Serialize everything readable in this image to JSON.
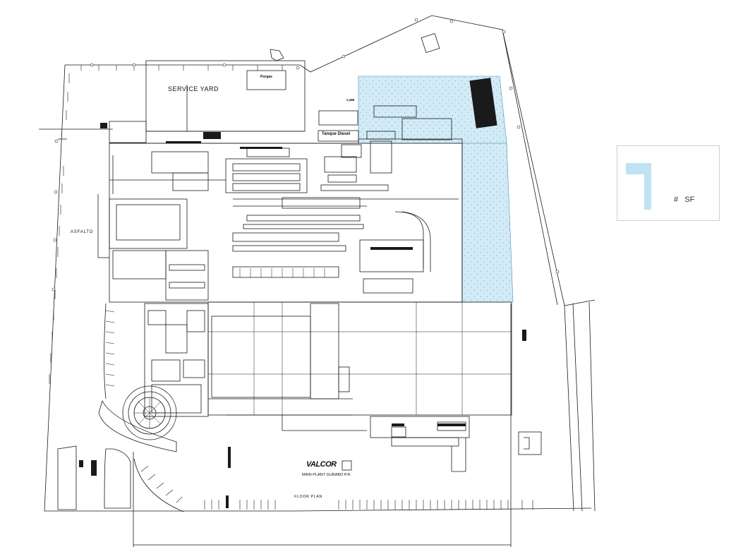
{
  "colors": {
    "line": "#1a1a1a",
    "highlight": "#cfe9f5",
    "highlight_dots": "#7fb9d6",
    "legend_swatch": "#bfe3f3"
  },
  "labels": {
    "service_yard": "SERVICE YARD",
    "asfalto": "ASFALTO",
    "purgas": "Purgas",
    "tanque_diesel": "Tanque Diesel",
    "area_note": "2,486",
    "brand": "VALCOR",
    "main_plant": "MAIN PLANT GURABO P.R.",
    "floor_plan": "FLOOR PLAN"
  },
  "legend": {
    "hash": "#",
    "sf": "SF"
  }
}
